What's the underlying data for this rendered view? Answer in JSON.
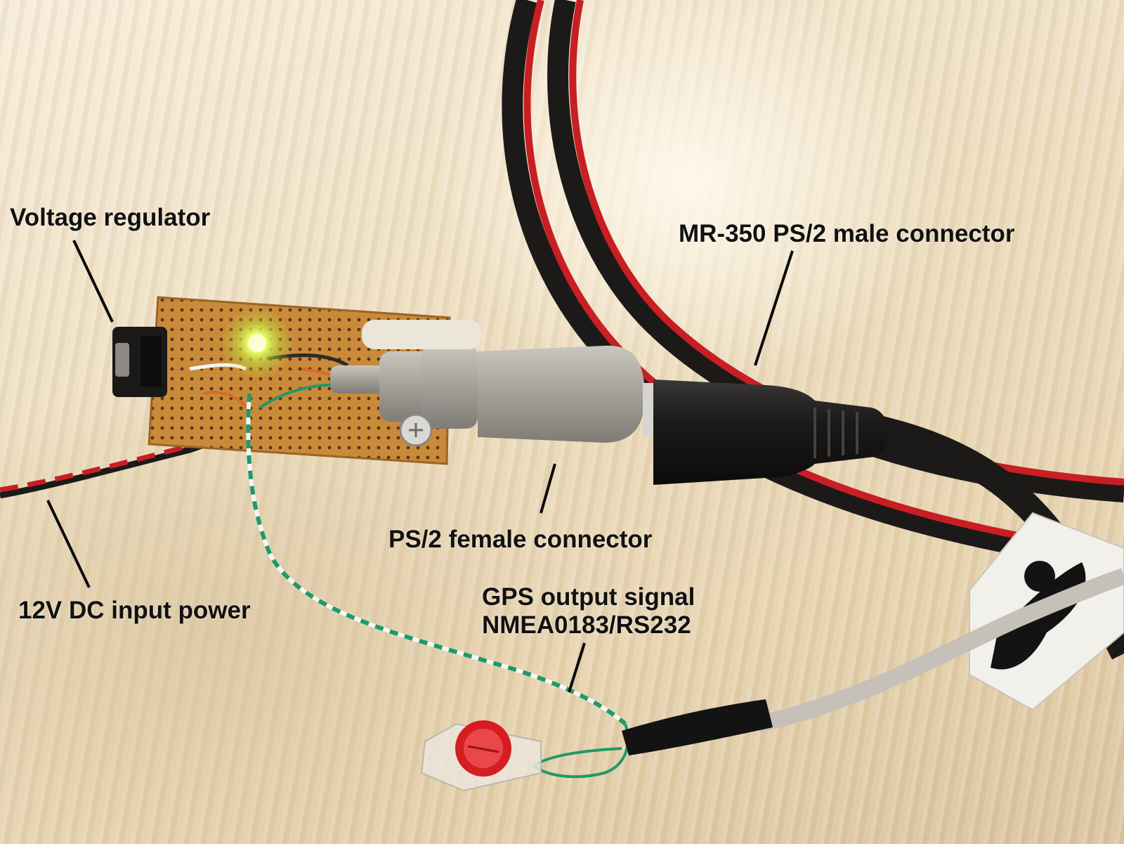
{
  "labels": {
    "voltage_regulator": "Voltage regulator",
    "mr350_connector": "MR-350 PS/2 male connector",
    "ps2_female": "PS/2 female connector",
    "dc_input": "12V DC input power",
    "gps_output_line1": "GPS output signal",
    "gps_output_line2": "NMEA0183/RS232"
  },
  "colors": {
    "wall": "#ecdcbd",
    "pcb": "#c98a3a",
    "cable_black": "#1c1a19",
    "cable_red": "#c81e24",
    "ps2_grey": "#a9a69f",
    "led_green": "#e9ff6a",
    "wire_green": "#1e9a6a",
    "connector_red": "#d51d22",
    "label_text": "#111111"
  }
}
